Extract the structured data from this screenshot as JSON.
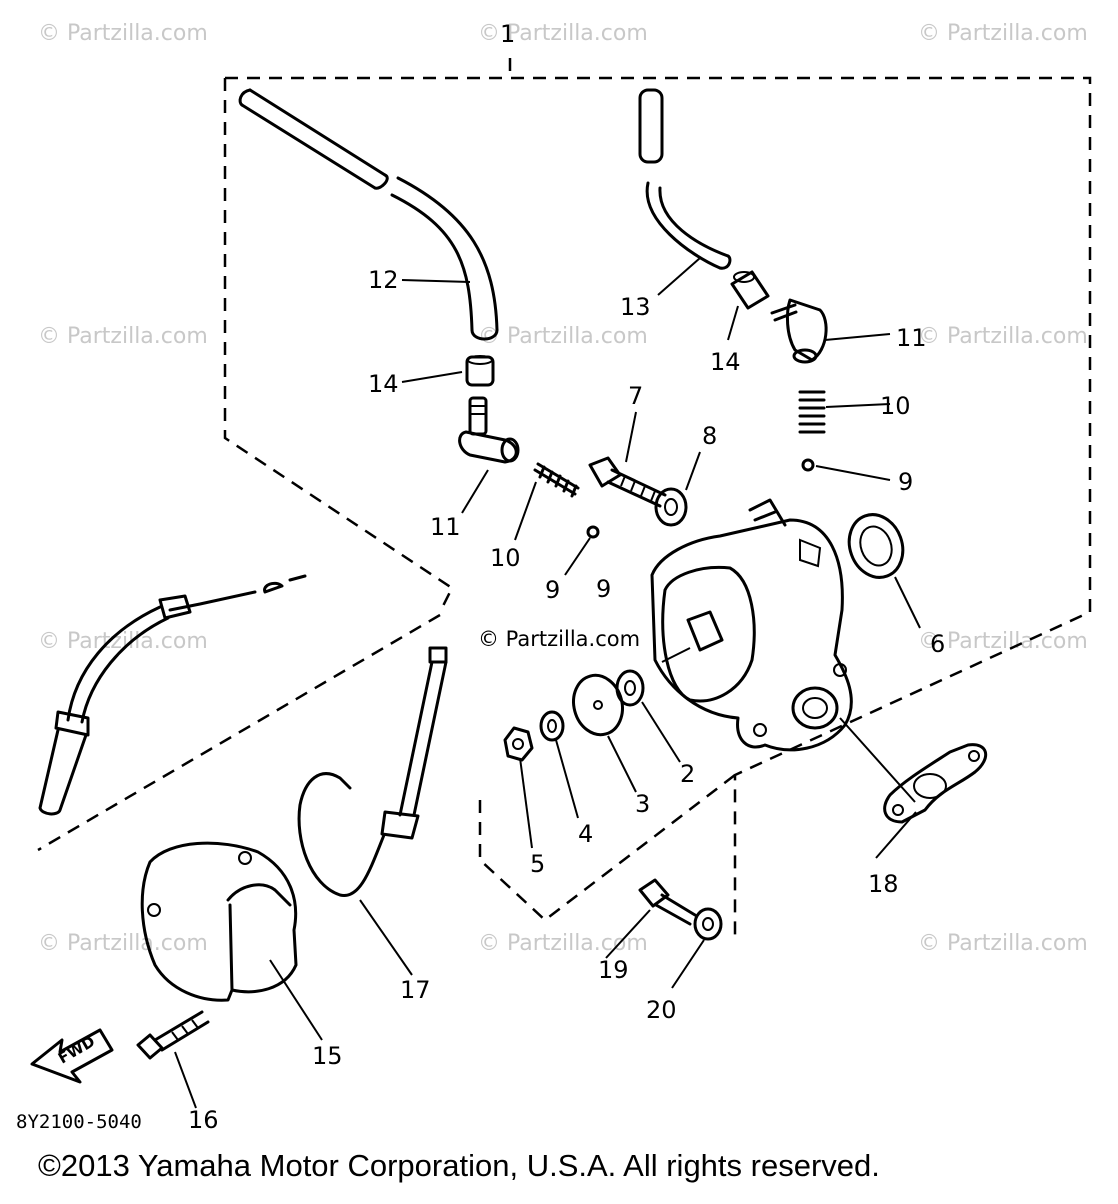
{
  "watermark": {
    "text": "© Partzilla.com",
    "center_text": "© Partzilla.com"
  },
  "callouts": {
    "c1": "1",
    "c2": "2",
    "c3": "3",
    "c4": "4",
    "c5": "5",
    "c6": "6",
    "c7": "7",
    "c8": "8",
    "c9a": "9",
    "c9b": "9",
    "c9c": "9",
    "c10a": "10",
    "c10b": "10",
    "c11a": "11",
    "c11b": "11",
    "c12": "12",
    "c13": "13",
    "c14a": "14",
    "c14b": "14",
    "c15": "15",
    "c16": "16",
    "c17": "17",
    "c18": "18",
    "c19": "19",
    "c20": "20"
  },
  "fwd_label": "FWD",
  "diagram_ref": "8Y2100-5040",
  "copyright": "©2013 Yamaha Motor Corporation, U.S.A. All rights reserved."
}
